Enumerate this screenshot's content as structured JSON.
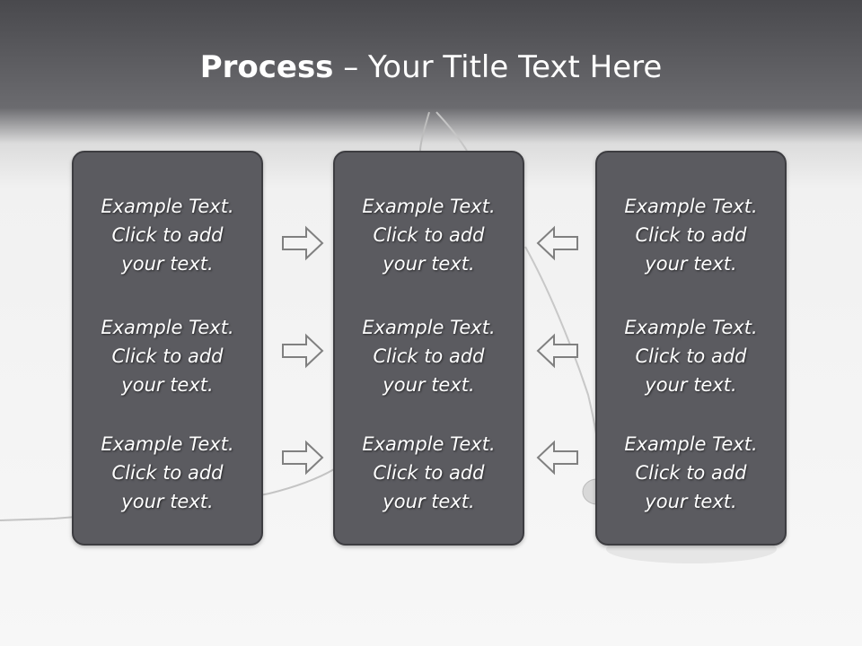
{
  "title": {
    "bold": "Process",
    "rest": " – Your Title Text Here"
  },
  "panels": [
    {
      "blocks": [
        {
          "lines": [
            "Example Text.",
            "Click  to add",
            "your text."
          ]
        },
        {
          "lines": [
            "Example Text.",
            "Click  to add",
            "your text."
          ]
        },
        {
          "lines": [
            "Example Text.",
            "Click  to add",
            "your text."
          ]
        }
      ]
    },
    {
      "blocks": [
        {
          "lines": [
            "Example Text.",
            "Click  to add",
            "your text."
          ]
        },
        {
          "lines": [
            "Example Text.",
            "Click  to add",
            "your text."
          ]
        },
        {
          "lines": [
            "Example Text.",
            "Click  to add",
            "your text."
          ]
        }
      ]
    },
    {
      "blocks": [
        {
          "lines": [
            "Example Text.",
            "Click  to add",
            "your text."
          ]
        },
        {
          "lines": [
            "Example Text.",
            "Click  to add",
            "your text."
          ]
        },
        {
          "lines": [
            "Example Text.",
            "Click  to add",
            "your text."
          ]
        }
      ]
    }
  ],
  "arrows": {
    "left_column": "right-arrow-icon",
    "right_column": "left-arrow-icon"
  },
  "colors": {
    "panel_fill": "#5b5b60",
    "panel_border": "#3d3d41",
    "header_band": "#555559",
    "arrow_stroke": "#808080",
    "text": "#ffffff"
  }
}
